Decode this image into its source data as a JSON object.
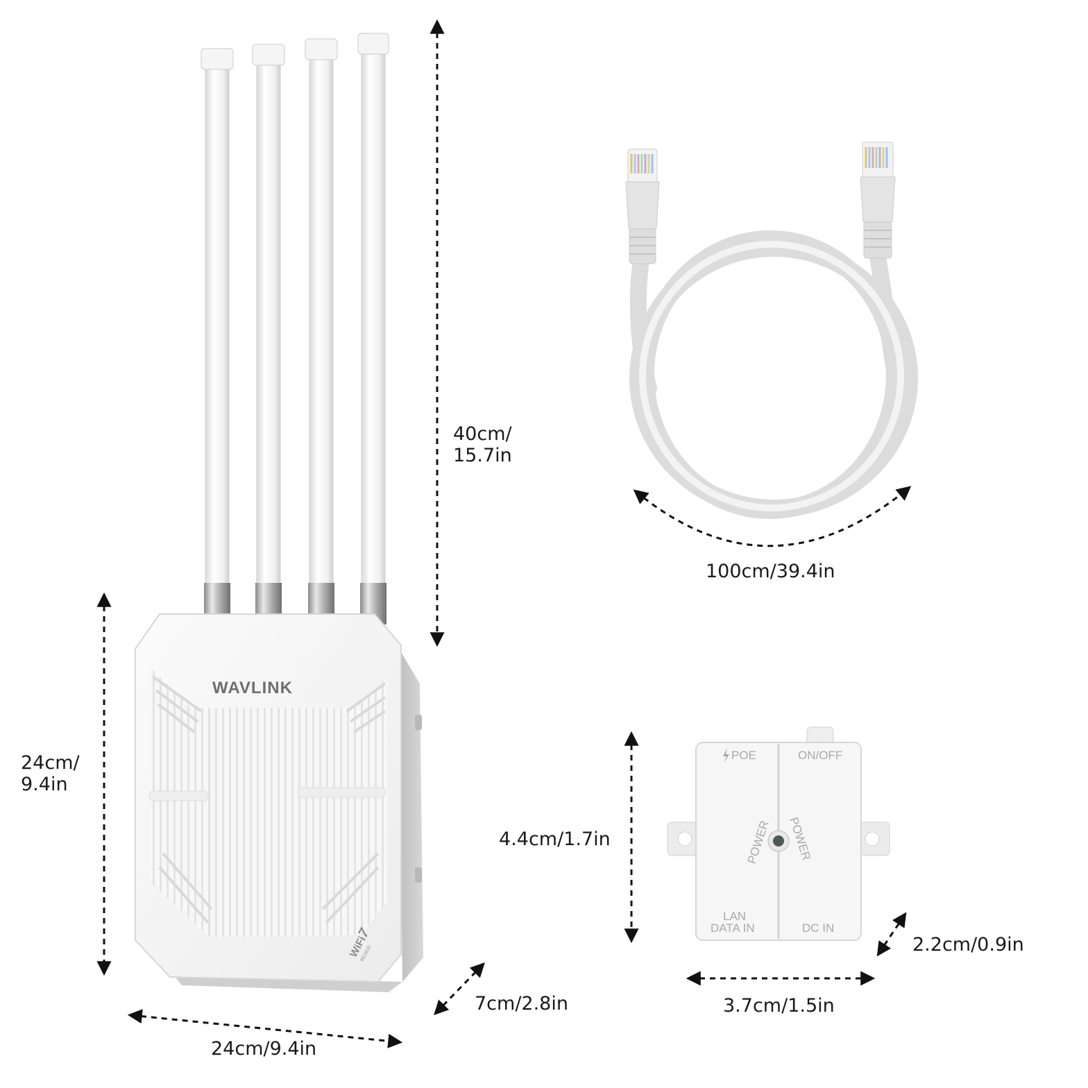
{
  "router": {
    "brand": "WAVLINK",
    "badge_line1": "WiFi",
    "badge_line2": "7",
    "badge_line3": "BE3600"
  },
  "dimensions": {
    "antenna_height_line1": "40cm/",
    "antenna_height_line2": "15.7in",
    "router_height_line1": "24cm/",
    "router_height_line2": "9.4in",
    "router_width": "24cm/9.4in",
    "router_depth": "7cm/2.8in",
    "cable_length": "100cm/39.4in",
    "injector_height": "4.4cm/1.7in",
    "injector_depth": "2.2cm/0.9in",
    "injector_width": "3.7cm/1.5in"
  },
  "injector": {
    "poe": "POE",
    "on_off": "ON/OFF",
    "lan_line1": "LAN",
    "lan_line2": "DATA IN",
    "dc_in": "DC IN",
    "power_word": "POWER"
  },
  "colors": {
    "device_white": "#f4f4f4",
    "device_shadow": "#c8c8c8",
    "arrow": "#111111"
  }
}
